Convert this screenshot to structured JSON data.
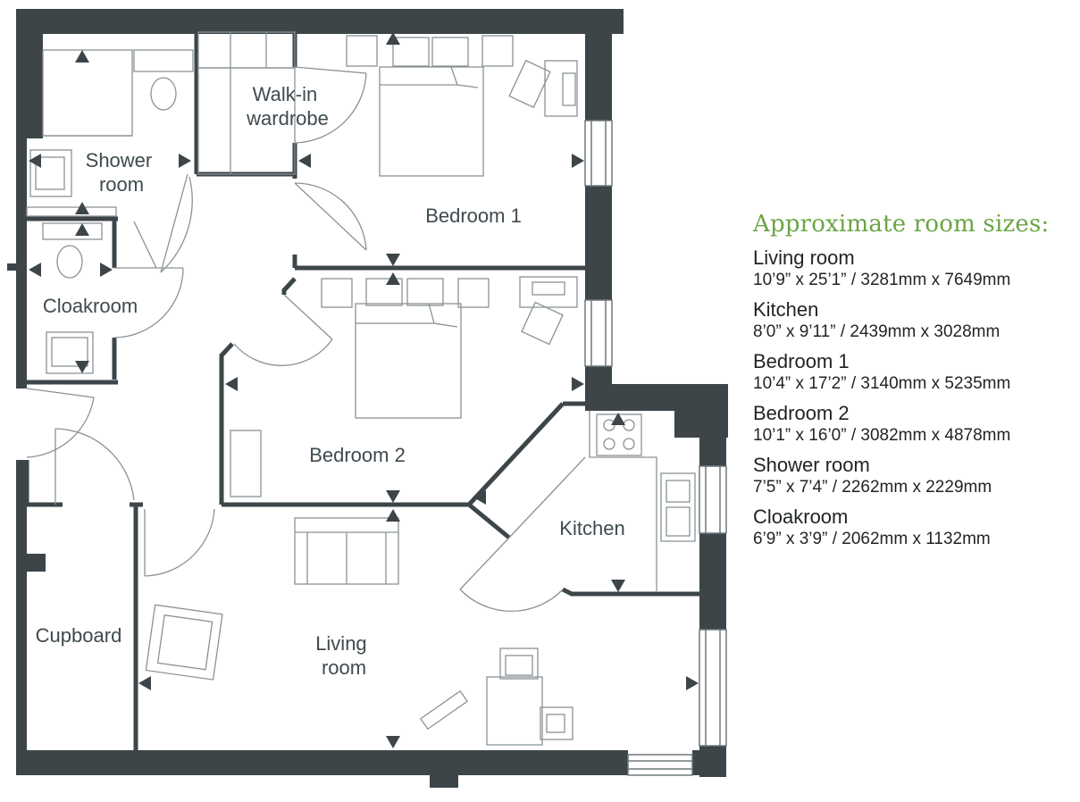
{
  "colors": {
    "wall": "#3d4549",
    "line": "#8a9296",
    "accent": "#6aa544",
    "window": "#dfe4e6"
  },
  "rooms": {
    "walk_in_wardrobe": {
      "line1": "Walk-in",
      "line2": "wardrobe"
    },
    "shower_room": {
      "line1": "Shower",
      "line2": "room"
    },
    "bedroom_1": "Bedroom 1",
    "cloakroom": "Cloakroom",
    "bedroom_2": "Bedroom 2",
    "kitchen": "Kitchen",
    "cupboard": "Cupboard",
    "living_room": {
      "line1": "Living",
      "line2": "room"
    }
  },
  "legend": {
    "heading": "Approximate room sizes:",
    "entries": [
      {
        "name": "Living room",
        "size": "10’9” x 25’1” / 3281mm x 7649mm"
      },
      {
        "name": "Kitchen",
        "size": "8’0” x 9’11” / 2439mm x 3028mm"
      },
      {
        "name": "Bedroom 1",
        "size": "10’4” x 17’2” / 3140mm x 5235mm"
      },
      {
        "name": "Bedroom 2",
        "size": "10’1” x 16’0” / 3082mm x 4878mm"
      },
      {
        "name": "Shower room",
        "size": "7’5” x 7’4” / 2262mm x 2229mm"
      },
      {
        "name": "Cloakroom",
        "size": "6’9” x 3’9” / 2062mm x 1132mm"
      }
    ]
  }
}
